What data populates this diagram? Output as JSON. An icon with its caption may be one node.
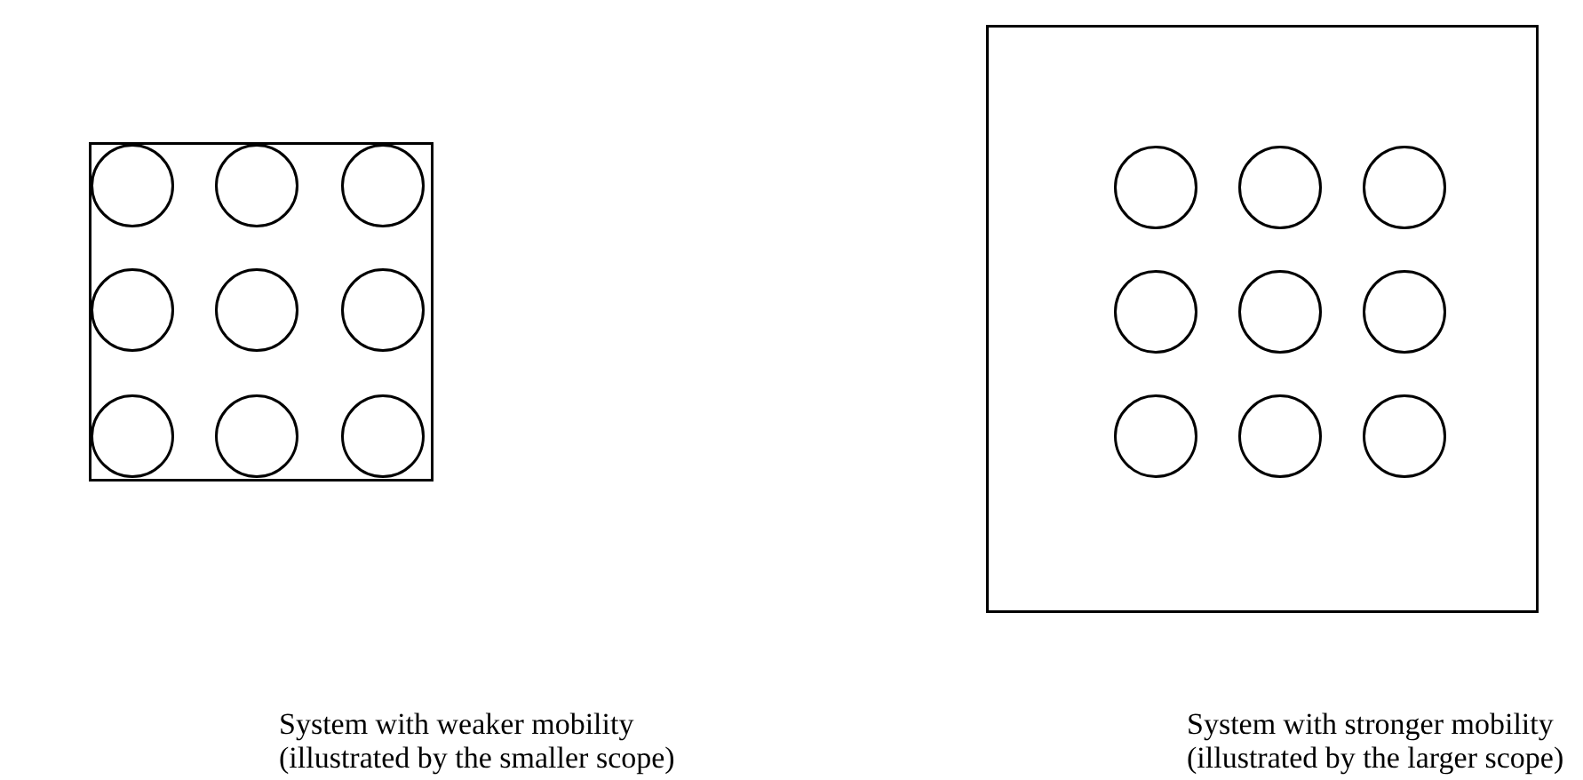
{
  "diagram": {
    "nodes": [
      {
        "text": [],
        "shape": "box"
      },
      {
        "text": [],
        "shape": "circle",
        "in": 0
      },
      {
        "text": [],
        "shape": "circle",
        "in": 0
      },
      {
        "text": [],
        "shape": "circle",
        "in": 0
      },
      {
        "text": [],
        "shape": "circle",
        "in": 0
      },
      {
        "text": [],
        "shape": "circle",
        "in": 0
      },
      {
        "text": [],
        "shape": "circle",
        "in": 0
      },
      {
        "text": [],
        "shape": "circle",
        "in": 0
      },
      {
        "text": [],
        "shape": "circle",
        "in": 0
      },
      {
        "text": [],
        "shape": "circle",
        "in": 0
      },
      {
        "text": [],
        "shape": "box"
      },
      {
        "text": [],
        "shape": "circle",
        "in": 10
      },
      {
        "text": [],
        "shape": "circle",
        "in": 10
      },
      {
        "text": [],
        "shape": "circle",
        "in": 10
      },
      {
        "text": [],
        "shape": "circle",
        "in": 10
      },
      {
        "text": [],
        "shape": "circle",
        "in": 10
      },
      {
        "text": [],
        "shape": "circle",
        "in": 10
      },
      {
        "text": [],
        "shape": "circle",
        "in": 10
      },
      {
        "text": [],
        "shape": "circle",
        "in": 10
      },
      {
        "text": [],
        "shape": "circle",
        "in": 10
      }
    ],
    "edges": [],
    "labels": [
      "System with weaker mobility (illustrated by the smaller scope)",
      "System with stronger mobility (illustrated by the larger scope)"
    ]
  }
}
